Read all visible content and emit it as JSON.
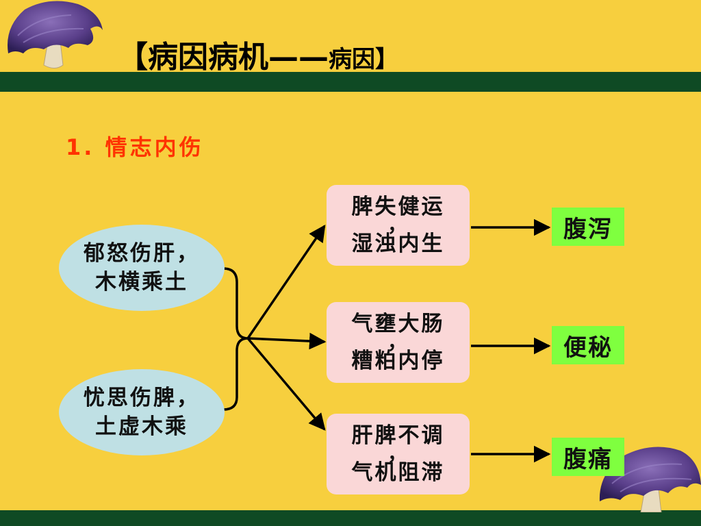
{
  "header": {
    "title_main": "【病因病机——",
    "title_sub": "病因】"
  },
  "section": {
    "heading": "1. 情志内伤"
  },
  "causes": [
    {
      "line1": "郁怒伤肝，",
      "line2": "木横乘土"
    },
    {
      "line1": "忧思伤脾，",
      "line2": "土虚木乘"
    }
  ],
  "mechanisms": [
    {
      "line1": "脾失健运",
      "comma": "，",
      "line2": "湿浊内生"
    },
    {
      "line1": "气壅大肠",
      "comma": "，",
      "line2": "糟粕内停"
    },
    {
      "line1": "肝脾不调",
      "comma": "，",
      "line2": "气机阻滞"
    }
  ],
  "results": [
    "腹泻",
    "便秘",
    "腹痛"
  ],
  "colors": {
    "background": "#f7cf3e",
    "band": "#0f4a24",
    "cause_fill": "#bfe0e4",
    "mechanism_fill": "#fad7d7",
    "result_fill": "#7fff3f",
    "section_heading": "#ff3300"
  },
  "icons": {
    "decoration": "mushroom-icon"
  }
}
